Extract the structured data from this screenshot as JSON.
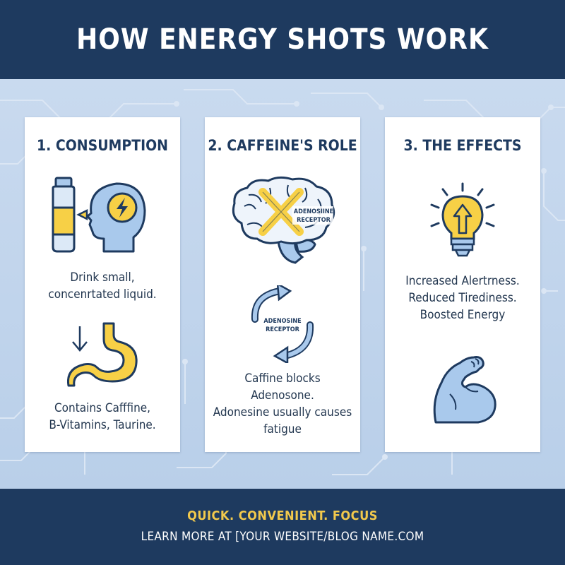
{
  "header": {
    "title": "HOW ENERGY SHOTS WORK"
  },
  "panels": [
    {
      "title": "1. CONSUMPTION",
      "text1": [
        "Drink small,",
        "concenrtated liquid."
      ],
      "text2": [
        "Contains Cafffine,",
        "B-Vitamins, Taurine."
      ],
      "icons": [
        "bottle-icon",
        "head-lightning-icon",
        "stomach-icon"
      ]
    },
    {
      "title": "2. CAFFEINE'S ROLE",
      "brain_label": [
        "ADENOSIINE",
        "RECEPTOR"
      ],
      "cycle_label": [
        "ADENOSINE",
        "RECEPTOR"
      ],
      "text": [
        "Caffine blocks",
        "Adenosone.",
        "Adonesine usually causes",
        "fatigue"
      ],
      "icons": [
        "brain-blocked-icon",
        "cycle-arrows-icon"
      ]
    },
    {
      "title": "3. THE EFFECTS",
      "text": [
        "Increased Alertrness.",
        "Reduced Tirediness.",
        "Boosted Energy"
      ],
      "icons": [
        "lightbulb-icon",
        "flexed-arm-icon"
      ]
    }
  ],
  "footer": {
    "tagline": "QUICK. CONVENIENT. FOCUS",
    "link_text": "LEARN MORE AT [YOUR WEBSITE/BLOG NAME.COM"
  },
  "colors": {
    "navy": "#1e3a5f",
    "yellow": "#f7d046",
    "light_blue": "#a9c9ec",
    "background": "#c9daef"
  }
}
